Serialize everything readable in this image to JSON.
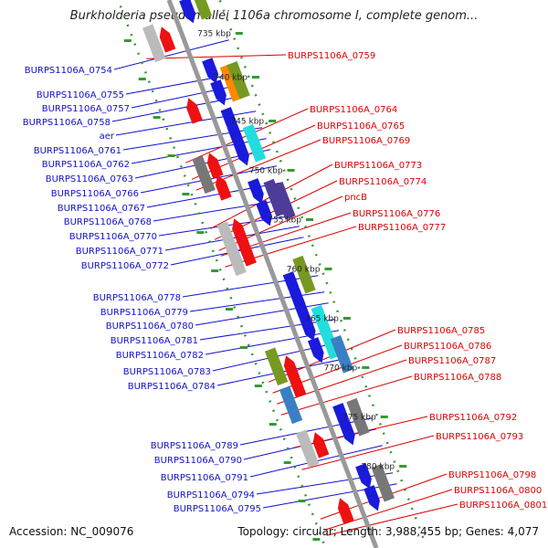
{
  "title": "Burkholderia pseudomallei 1106a chromosome I, complete genom...",
  "footer": {
    "accession": "Accession: NC_009076",
    "topology": "Topology: circular; Length: 3,988,455 bp; Genes: 4,077"
  },
  "colors": {
    "left_label": "#1010cc",
    "right_label": "#dd0000",
    "backbone": "#999999",
    "ticks_dots": "#339933",
    "blue": "#1a1adb",
    "red": "#ee1111",
    "cyan": "#22dddd",
    "olive": "#779922",
    "purple": "#4d3d99",
    "gray": "#777777",
    "lightgray": "#bbbbbb"
  },
  "scale_ticks": [
    "735 kbp",
    "740 kbp",
    "745 kbp",
    "750 kbp",
    "755 kbp",
    "760 kbp",
    "765 kbp",
    "770 kbp",
    "775 kbp",
    "780 kbp"
  ],
  "left_labels": [
    "BURPS1106A_0754",
    "BURPS1106A_0755",
    "BURPS1106A_0757",
    "BURPS1106A_0758",
    "aer",
    "BURPS1106A_0761",
    "BURPS1106A_0762",
    "BURPS1106A_0763",
    "BURPS1106A_0766",
    "BURPS1106A_0767",
    "BURPS1106A_0768",
    "BURPS1106A_0770",
    "BURPS1106A_0771",
    "BURPS1106A_0772",
    "BURPS1106A_0778",
    "BURPS1106A_0779",
    "BURPS1106A_0780",
    "BURPS1106A_0781",
    "BURPS1106A_0782",
    "BURPS1106A_0783",
    "BURPS1106A_0784",
    "BURPS1106A_0789",
    "BURPS1106A_0790",
    "BURPS1106A_0791",
    "BURPS1106A_0794",
    "BURPS1106A_0795"
  ],
  "right_labels": [
    "BURPS1106A_0759",
    "BURPS1106A_0764",
    "BURPS1106A_0765",
    "BURPS1106A_0769",
    "BURPS1106A_0773",
    "BURPS1106A_0774",
    "pncB",
    "BURPS1106A_0776",
    "BURPS1106A_0777",
    "BURPS1106A_0785",
    "BURPS1106A_0786",
    "BURPS1106A_0787",
    "BURPS1106A_0788",
    "BURPS1106A_0792",
    "BURPS1106A_0793",
    "BURPS1106A_0798",
    "BURPS1106A_0800",
    "BURPS1106A_0801"
  ],
  "genes": [
    {
      "t": 0.02,
      "side": "L2",
      "color": "olive"
    },
    {
      "t": 0.03,
      "side": "L1",
      "color": "blue"
    },
    {
      "t": 0.06,
      "side": "R1",
      "color": "red"
    },
    {
      "t": 0.06,
      "side": "R2",
      "color": "lightgray"
    },
    {
      "t": 0.14,
      "side": "L1",
      "color": "blue"
    },
    {
      "t": 0.17,
      "side": "L2",
      "color": "orange"
    },
    {
      "t": 0.17,
      "side": "L2b",
      "color": "olive"
    },
    {
      "t": 0.18,
      "side": "L1",
      "color": "blue"
    },
    {
      "t": 0.19,
      "side": "R1",
      "color": "red"
    },
    {
      "t": 0.23,
      "side": "L1",
      "color": "blue"
    },
    {
      "t": 0.26,
      "side": "L1",
      "color": "blue"
    },
    {
      "t": 0.28,
      "side": "L2",
      "color": "cyan"
    },
    {
      "t": 0.29,
      "side": "L1",
      "color": "blue"
    },
    {
      "t": 0.29,
      "side": "R1",
      "color": "red"
    },
    {
      "t": 0.3,
      "side": "R2",
      "color": "gray"
    },
    {
      "t": 0.33,
      "side": "R1",
      "color": "red"
    },
    {
      "t": 0.36,
      "side": "L1",
      "color": "blue"
    },
    {
      "t": 0.38,
      "side": "L2",
      "color": "purple"
    },
    {
      "t": 0.39,
      "side": "L2b",
      "color": "purple"
    },
    {
      "t": 0.4,
      "side": "L1",
      "color": "blue"
    },
    {
      "t": 0.41,
      "side": "R1",
      "color": "red"
    },
    {
      "t": 0.42,
      "side": "R2",
      "color": "lightgray"
    },
    {
      "t": 0.43,
      "side": "R1",
      "color": "red"
    },
    {
      "t": 0.44,
      "side": "R2",
      "color": "blue"
    },
    {
      "t": 0.45,
      "side": "R1",
      "color": "red"
    },
    {
      "t": 0.45,
      "side": "R2",
      "color": "lightgray"
    },
    {
      "t": 0.52,
      "side": "L2",
      "color": "olive"
    },
    {
      "t": 0.53,
      "side": "L1",
      "color": "blue"
    },
    {
      "t": 0.56,
      "side": "L1",
      "color": "blue"
    },
    {
      "t": 0.58,
      "side": "L1",
      "color": "blue"
    },
    {
      "t": 0.61,
      "side": "L2",
      "color": "cyan"
    },
    {
      "t": 0.61,
      "side": "L1",
      "color": "blue"
    },
    {
      "t": 0.64,
      "side": "L2",
      "color": "cyan"
    },
    {
      "t": 0.65,
      "side": "L1",
      "color": "blue"
    },
    {
      "t": 0.67,
      "side": "L2b",
      "color": "steel"
    },
    {
      "t": 0.66,
      "side": "R1",
      "color": "red"
    },
    {
      "t": 0.65,
      "side": "R2",
      "color": "olive"
    },
    {
      "t": 0.69,
      "side": "R1",
      "color": "red"
    },
    {
      "t": 0.72,
      "side": "R2",
      "color": "steel"
    },
    {
      "t": 0.8,
      "side": "R1",
      "color": "red"
    },
    {
      "t": 0.8,
      "side": "R2",
      "color": "lightgray"
    },
    {
      "t": 0.78,
      "side": "L2",
      "color": "gray"
    },
    {
      "t": 0.77,
      "side": "L1",
      "color": "blue"
    },
    {
      "t": 0.8,
      "side": "L1",
      "color": "blue"
    },
    {
      "t": 0.88,
      "side": "L1",
      "color": "blue"
    },
    {
      "t": 0.9,
      "side": "L2",
      "color": "gray"
    },
    {
      "t": 0.92,
      "side": "L1",
      "color": "blue"
    },
    {
      "t": 0.92,
      "side": "R1",
      "color": "red"
    }
  ]
}
